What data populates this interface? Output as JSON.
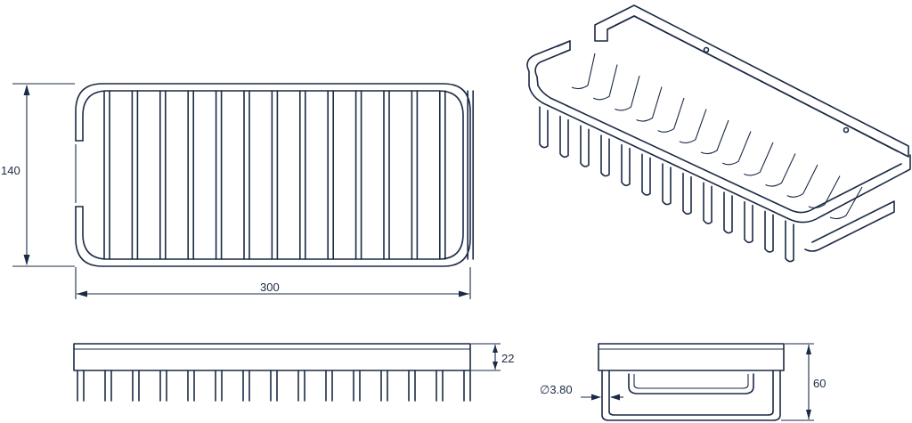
{
  "dimensions": {
    "height": "140",
    "width": "300",
    "depth_top": "22",
    "height_side": "60",
    "wire_diameter": "∅3.80"
  },
  "colors": {
    "line": "#1b2a45",
    "background": "#ffffff"
  }
}
